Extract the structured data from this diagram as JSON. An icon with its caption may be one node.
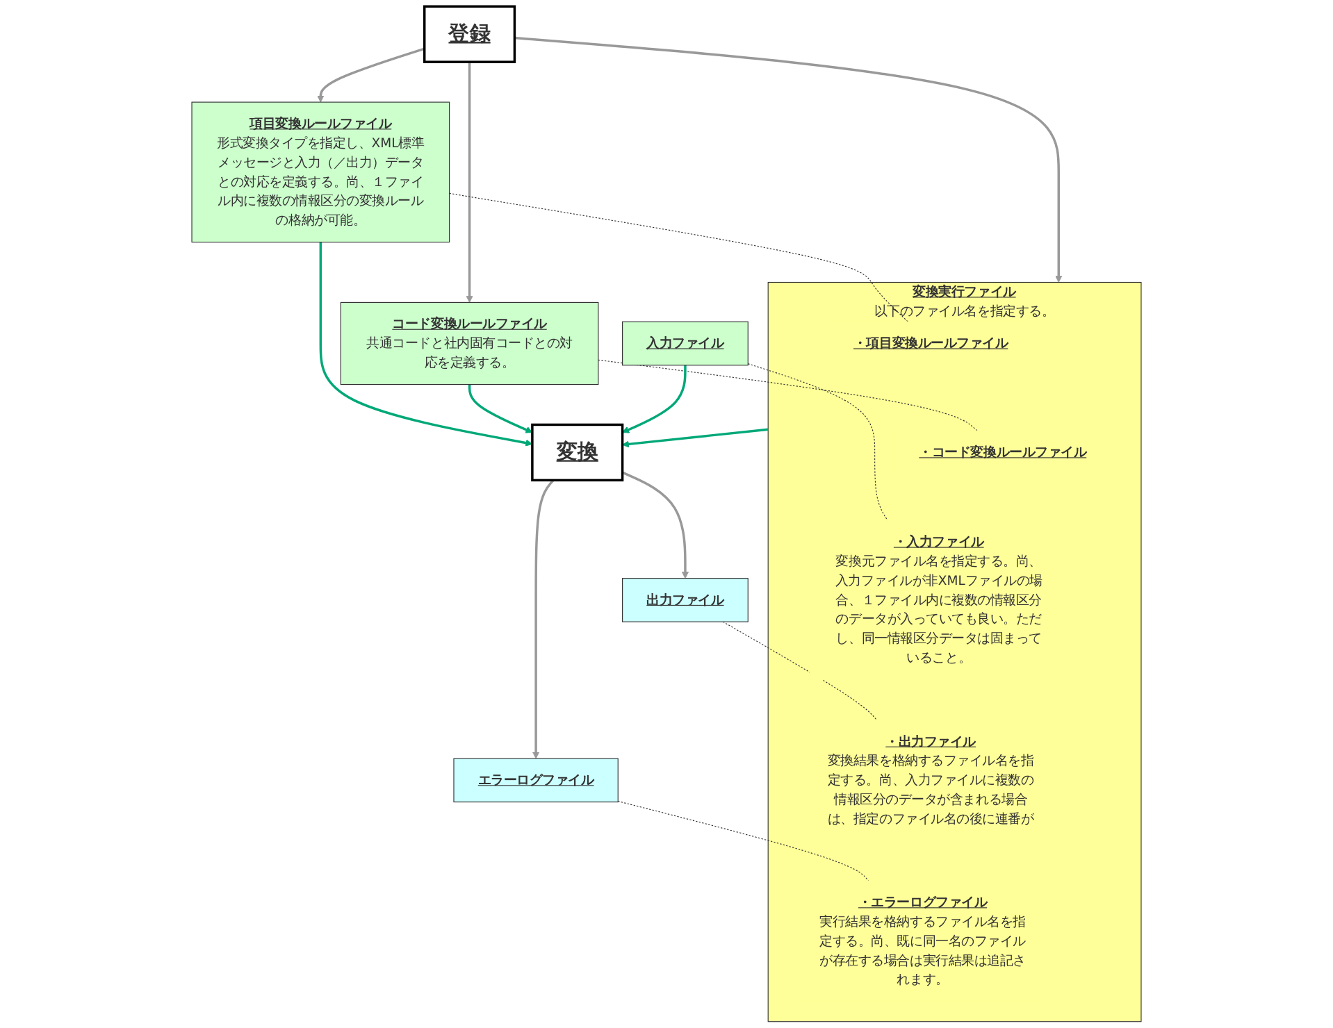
{
  "diagram": {
    "nodes": [
      {
        "text": [
          "登録"
        ]
      },
      {
        "text": [
          "項目変換ルールファイル",
          "形式変換タイプを指定し、XML標準メッセージと入力（／出力）データとの対応を定義する。尚、１ファイル内に複数の情報区分の変換ルールの格納が可能。"
        ]
      },
      {
        "text": [
          "コード変換ルールファイル",
          "共通コードと社内固有コードとの対応を定義する。"
        ]
      },
      {
        "text": [
          "入力ファイル"
        ]
      },
      {
        "text": [
          "出力ファイル"
        ]
      },
      {
        "text": [
          "エラーログファイル"
        ]
      },
      {
        "text": [
          "変換実行ファイル",
          "以下のファイル名を指定する。"
        ]
      },
      {
        "text": [
          "・項目変換ルールファイル"
        ],
        "in": 6
      },
      {
        "text": [
          "・コード変換ルールファイル"
        ],
        "in": 6
      },
      {
        "text": [
          "・入力ファイル",
          "変換元ファイル名を指定する。尚、入力ファイルが非XMLファイルの場合、１ファイル内に複数の情報区分のデータが入っていても良い。ただし、同一情報区分データは固まっていること。"
        ],
        "in": 6
      },
      {
        "text": [
          "・出力ファイル",
          "変換結果を格納するファイル名を指定する。尚、入力ファイルに複数の情報区分のデータが含まれる場合は、指定のファイル名の後に連番が"
        ],
        "in": 6
      },
      {
        "text": [
          "・エラーログファイル",
          "実行結果を格納するファイル名を指定する。尚、既に同一名のファイルが存在する場合は実行結果は追記されます。"
        ],
        "in": 6
      },
      {
        "text": [
          "変換"
        ]
      }
    ],
    "edges": [
      {
        "from": 0,
        "to": 1,
        "arrow": "to"
      },
      {
        "from": 0,
        "to": 6,
        "arrow": "to"
      },
      {
        "from": 0,
        "to": 2,
        "arrow": "to"
      },
      {
        "from": 1,
        "to": 7,
        "arrow": "none",
        "style": "dashed",
        "color": "#333333"
      },
      {
        "from": 2,
        "to": 8,
        "arrow": "none",
        "style": "dashed",
        "color": "#333333"
      },
      {
        "from": 3,
        "to": 9,
        "arrow": "none",
        "style": "dashed",
        "color": "#333333"
      },
      {
        "from": 4,
        "to": 10,
        "arrow": "none",
        "style": "dashed",
        "color": "#333333"
      },
      {
        "from": 5,
        "to": 11,
        "arrow": "none",
        "style": "dashed",
        "color": "#333333"
      },
      {
        "from": 1,
        "to": 12,
        "arrow": "to",
        "color": "#00a878"
      },
      {
        "from": 2,
        "to": 12,
        "arrow": "to",
        "color": "#00a878"
      },
      {
        "from": 3,
        "to": 12,
        "arrow": "to",
        "color": "#00a878"
      },
      {
        "from": 6,
        "to": 12,
        "arrow": "to",
        "color": "#00a878"
      },
      {
        "from": 12,
        "to": 4,
        "arrow": "to"
      },
      {
        "from": 12,
        "to": 5,
        "arrow": "to"
      }
    ]
  }
}
